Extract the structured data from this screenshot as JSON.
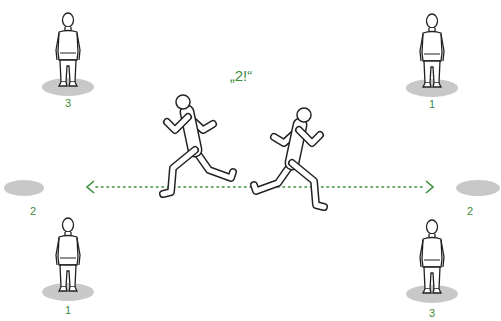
{
  "diagram": {
    "labels": [
      "„2!“",
      "3",
      "1",
      "2",
      "2",
      "1",
      "3"
    ]
  }
}
